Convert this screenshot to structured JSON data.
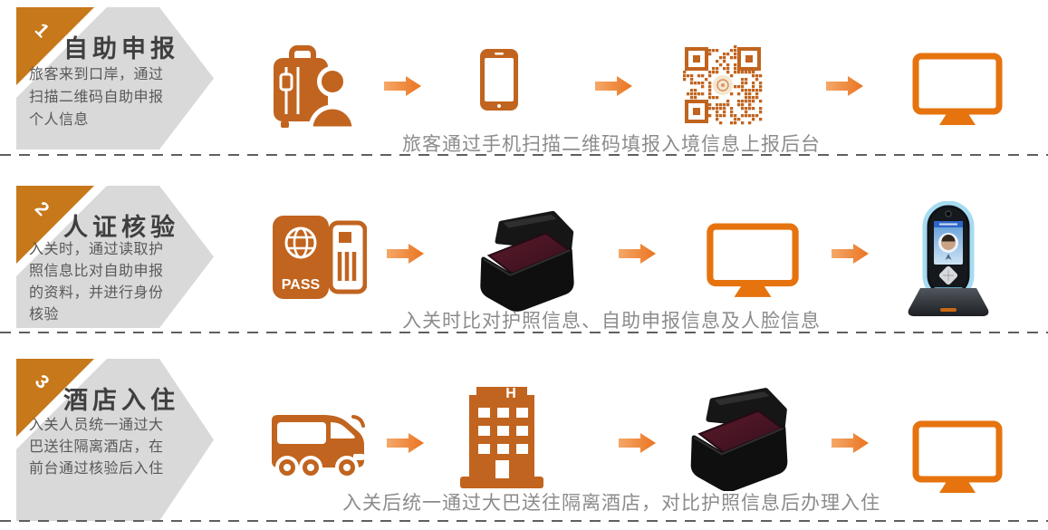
{
  "slide": {
    "rows": [
      {
        "number": "1",
        "title": "自助申报",
        "description": "旅客来到口岸，通过扫描二维码自助申报个人信息",
        "caption": "旅客通过手机扫描二维码填报入境信息上报后台"
      },
      {
        "number": "2",
        "title": "人证核验",
        "description": "入关时，通过读取护照信息比对自助申报的资料，并进行身份核验",
        "caption": "入关时比对护照信息、自助申报信息及人脸信息"
      },
      {
        "number": "3",
        "title": "酒店入住",
        "description": "入关人员统一通过大巴送往隔离酒店，在前台通过核验后入住",
        "caption": "入关后统一通过大巴送往隔离酒店，对比护照信息后办理入住"
      }
    ],
    "labels": {
      "passport": "PASS",
      "hotel": "H"
    },
    "icons": {
      "row1": [
        "luggage-traveler",
        "smartphone",
        "qr-code",
        "monitor"
      ],
      "row2": [
        "passport",
        "passport-reader",
        "monitor",
        "face-verification-terminal"
      ],
      "row3": [
        "bus",
        "hotel",
        "passport-reader",
        "monitor"
      ]
    },
    "colors": {
      "icon_orange": "#C1641F",
      "bright_orange": "#E6730E",
      "arrow_orange": "#ED7D31",
      "arrow_orange_light": "#F4A869",
      "step_triangle": "#C6781A",
      "chevron_gray": "#D9D9D9",
      "title_text": "#3F3F3F",
      "description_text": "#595959",
      "caption_text": "#8C8C8C",
      "separator": "#5F5F5F"
    }
  }
}
